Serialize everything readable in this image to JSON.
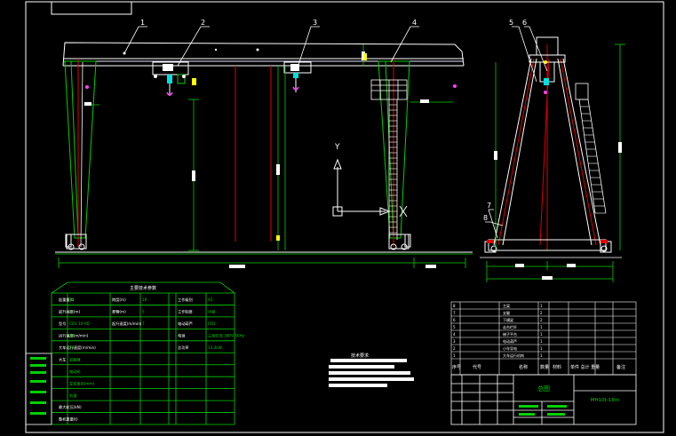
{
  "callouts": [
    "1",
    "2",
    "3",
    "4",
    "5",
    "6",
    "7",
    "8"
  ],
  "axis_letter": "Y",
  "param_table": {
    "title": "主要技术参数",
    "rows": [
      [
        "起重量(t)",
        "10",
        "跨度(m)",
        "18",
        "工作级别",
        "A5"
      ],
      [
        "起升高度(m)",
        "9",
        "悬臂(m)",
        "5",
        "工作制度",
        "中级"
      ],
      [
        "型号",
        "CD1 10-9D",
        "起升速度(m/min)",
        "7",
        "电动葫芦",
        "CD1"
      ],
      [
        "运行速度(m/min)",
        "20",
        "",
        "",
        "电源",
        "三相交流 380V 50Hz"
      ],
      [
        "大车运行速度(m/min)",
        "20",
        "",
        "",
        "总功率",
        "13.3kW"
      ],
      [
        "大车",
        "减速器",
        "",
        "",
        "",
        ""
      ],
      [
        "",
        "电动机",
        "",
        "",
        "",
        ""
      ],
      [
        "",
        "车轮直径(mm)",
        "",
        "",
        "",
        ""
      ],
      [
        "",
        "轨道",
        "",
        "",
        "",
        ""
      ],
      [
        "最大轮压(kN)",
        "",
        "",
        "",
        "",
        ""
      ],
      [
        "整机重量(t)",
        "",
        "",
        "",
        "",
        ""
      ]
    ]
  },
  "notes": {
    "title": "技术要求"
  },
  "parts_list": {
    "rows": [
      [
        "8",
        "",
        "主梁",
        "1",
        "",
        "",
        ""
      ],
      [
        "7",
        "",
        "支腿",
        "2",
        "",
        "",
        ""
      ],
      [
        "6",
        "",
        "下横梁",
        "2",
        "",
        "",
        ""
      ],
      [
        "5",
        "",
        "走台栏杆",
        "1",
        "",
        "",
        ""
      ],
      [
        "4",
        "",
        "梯子平台",
        "1",
        "",
        "",
        ""
      ],
      [
        "3",
        "",
        "电动葫芦",
        "1",
        "",
        "",
        ""
      ],
      [
        "2",
        "",
        "小车导电",
        "1",
        "",
        "",
        ""
      ],
      [
        "1",
        "",
        "大车运行机构",
        "1",
        "",
        "",
        ""
      ]
    ],
    "header": [
      "序号",
      "代号",
      "名称",
      "数量",
      "材料",
      "单件 总计 重量",
      "备注"
    ]
  },
  "title_block": {
    "name": "总图",
    "drawing_no": "MH10t-18m"
  }
}
